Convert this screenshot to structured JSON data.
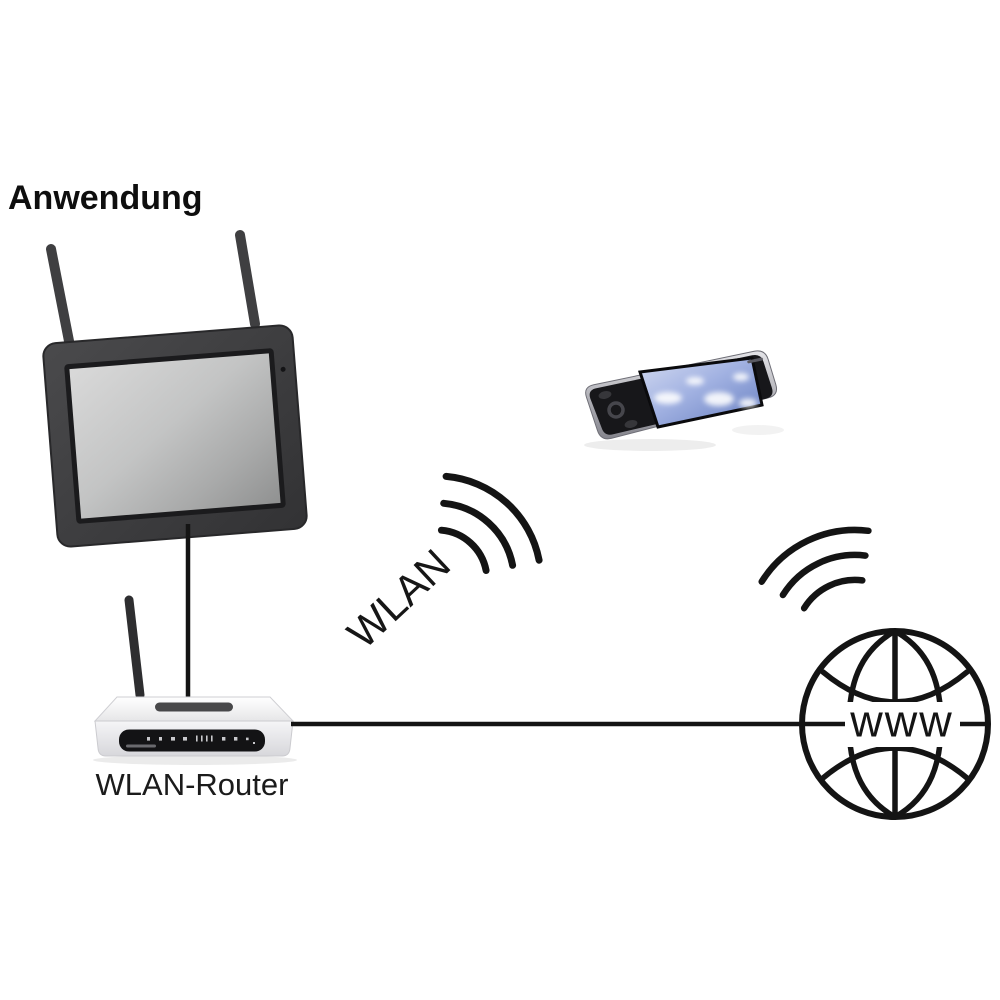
{
  "title": "Anwendung",
  "labels": {
    "wlan": "WLAN",
    "router": "WLAN-Router",
    "internet": "www"
  },
  "nodes": [
    {
      "id": "monitor",
      "name": "wireless-monitor-with-antennas"
    },
    {
      "id": "smartphone",
      "name": "smartphone"
    },
    {
      "id": "router",
      "name": "wlan-router",
      "label": "WLAN-Router"
    },
    {
      "id": "internet",
      "name": "www-globe",
      "label": "www"
    }
  ],
  "connections": [
    {
      "from": "monitor",
      "to": "router",
      "type": "cable"
    },
    {
      "from": "router",
      "to": "internet",
      "type": "cable"
    },
    {
      "from": "router",
      "to": "smartphone",
      "type": "wifi",
      "label": "WLAN"
    },
    {
      "from": "internet",
      "to": "smartphone",
      "type": "wifi"
    }
  ],
  "colors": {
    "background": "#ffffff",
    "line": "#141414",
    "monitor_body": "#3b3b3d",
    "monitor_screen": "#c4c4c4",
    "router_body": "#f1f1f3",
    "router_led_panel": "#131315",
    "phone_body": "#17171a",
    "phone_screen": "#9dafe0"
  }
}
